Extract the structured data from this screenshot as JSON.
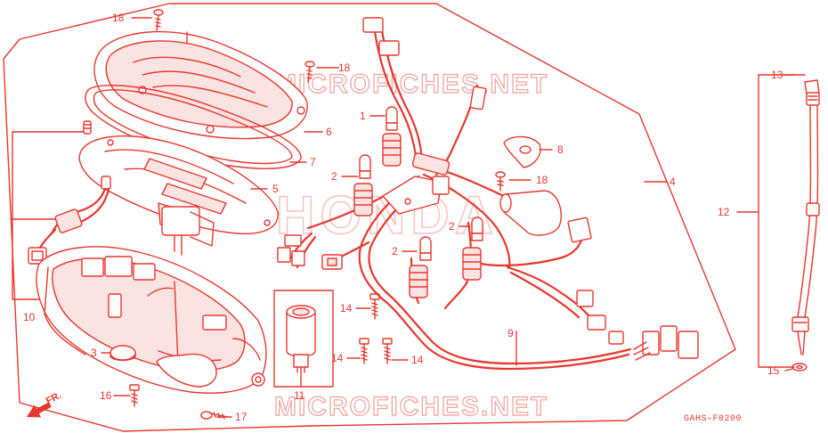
{
  "diagram": {
    "drawing_code": "GAHS–F0200",
    "front_label": "FR.",
    "watermark_top": "MICROFICHES.NET",
    "watermark_bottom": "MICROFICHES.NET",
    "watermark_center": "HONDA",
    "callouts": {
      "c1": "1",
      "c2a": "2",
      "c2b": "2",
      "c2c": "2",
      "c3": "3",
      "c4": "4",
      "c5": "5",
      "c6": "6",
      "c7": "7",
      "c8": "8",
      "c9": "9",
      "c10": "10",
      "c11": "11",
      "c12": "12",
      "c13": "13",
      "c14a": "14",
      "c14b": "14",
      "c14c": "14",
      "c15": "15",
      "c16": "16",
      "c17": "17",
      "c18a": "18",
      "c18b": "18",
      "c18c": "18"
    },
    "colors": {
      "line": "#e8372f",
      "watermark": "#f1a19b",
      "background": "#ffffff"
    },
    "icons": {
      "front_arrow": "front-direction-arrow-icon"
    }
  }
}
